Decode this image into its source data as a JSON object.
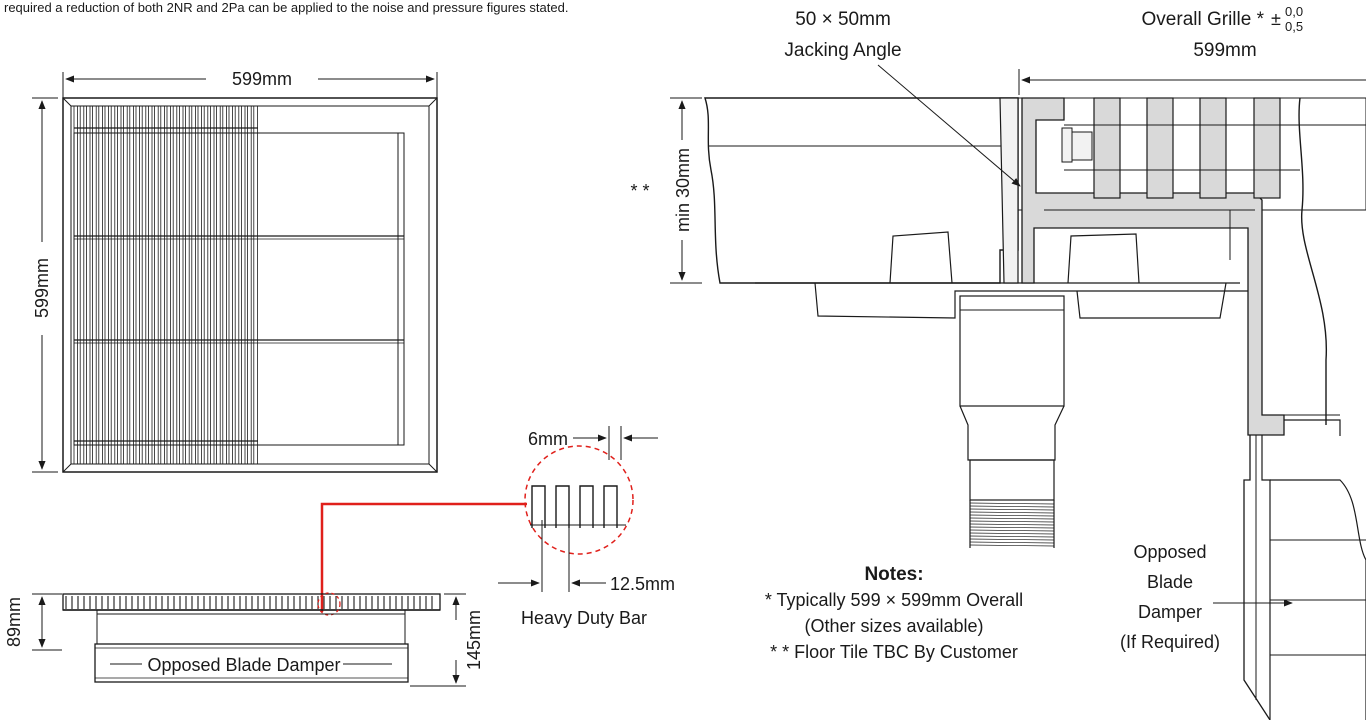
{
  "intro_text": "required a reduction of both 2NR and 2Pa can be applied to the noise and pressure figures stated.",
  "plan_view": {
    "width_label": "599mm",
    "height_label": "599mm"
  },
  "bar_detail": {
    "gap_label": "6mm",
    "pitch_label": "12.5mm",
    "caption": "Heavy Duty Bar"
  },
  "side_view": {
    "height_left_label": "89mm",
    "height_right_label": "145mm",
    "damper_label": "Opposed Blade Damper"
  },
  "section_view": {
    "jacking_angle_line1": "50 × 50mm",
    "jacking_angle_line2": "Jacking Angle",
    "overall_grille_label": "Overall Grille *",
    "tolerance_prefix": "±",
    "tolerance_upper": "0,0",
    "tolerance_lower": "0,5",
    "overall_size": "599mm",
    "min_height_label": "min 30mm",
    "floor_tile_marker": "* *",
    "damper_line1": "Opposed",
    "damper_line2": "Blade",
    "damper_line3": "Damper",
    "damper_line4": "(If Required)"
  },
  "notes": {
    "heading": "Notes:",
    "line1": "* Typically 599 × 599mm Overall",
    "line2": "(Other sizes available)",
    "line3": "* *  Floor Tile TBC By Customer"
  },
  "colors": {
    "callout": "#e0201b",
    "metal": "#d9d9d9",
    "line": "#1a1a1a"
  }
}
